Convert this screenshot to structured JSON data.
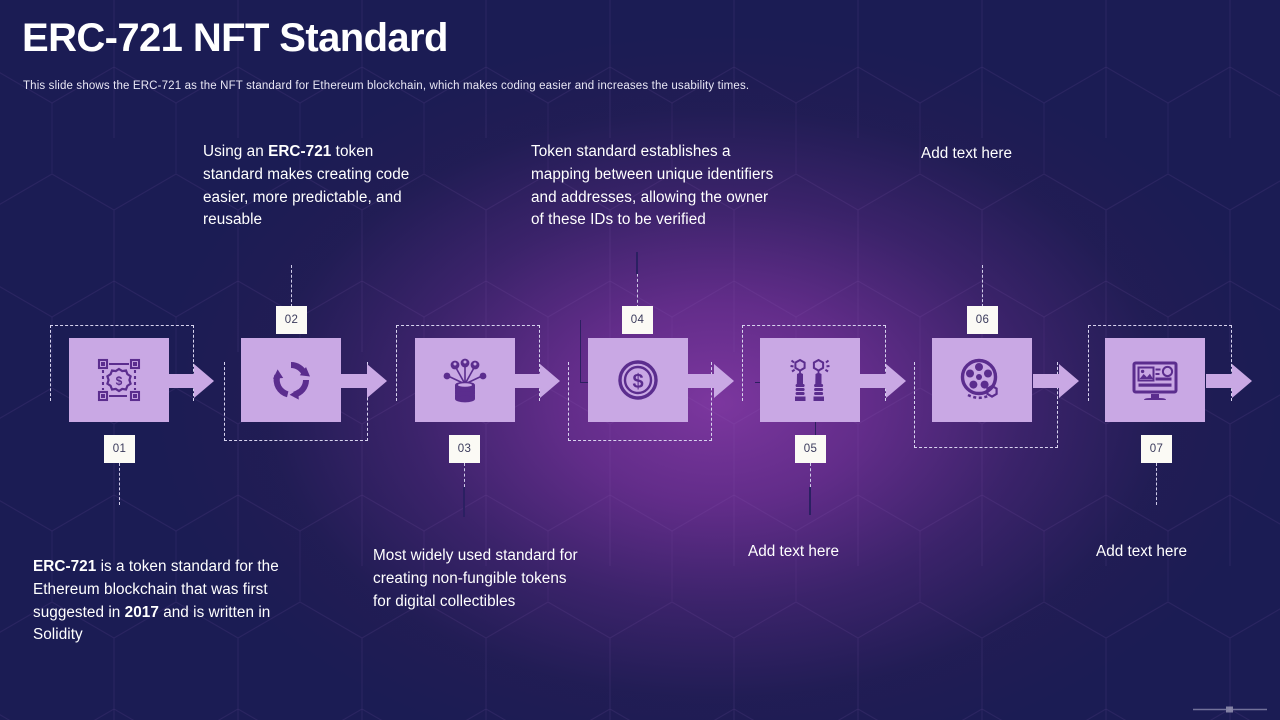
{
  "slide": {
    "title": "ERC-721 NFT Standard",
    "subtitle": "This slide shows the ERC-721 as the NFT standard for Ethereum blockchain, which makes coding easier and increases the usability times.",
    "accent_box": "#c9a8e4",
    "accent_icon": "#5b2d8e",
    "badge_bg": "#fbfaf5",
    "badge_text": "#3b3b5c",
    "bg_dark": "#1b1c54",
    "bg_glow": "#7e37a0",
    "text_color": "#ffffff"
  },
  "steps": [
    {
      "number": "01",
      "icon": "dollar-in-selection-frame-icon",
      "callout_position": "bottom",
      "text_parts": [
        {
          "text": "ERC-721",
          "bold": true
        },
        {
          "text": " is a token standard for the Ethereum blockchain that was first suggested in ",
          "bold": false
        },
        {
          "text": "2017",
          "bold": true
        },
        {
          "text": " and is written in Solidity",
          "bold": false
        }
      ],
      "plain_text": "ERC-721 is a token standard for the Ethereum blockchain that was first suggested in 2017 and is written in Solidity"
    },
    {
      "number": "02",
      "icon": "circular-recycle-arrows-icon",
      "callout_position": "top",
      "text_parts": [
        {
          "text": "Using an ",
          "bold": false
        },
        {
          "text": "ERC-721",
          "bold": true
        },
        {
          "text": " token standard makes creating code easier, more predictable, and reusable",
          "bold": false
        }
      ],
      "plain_text": "Using an ERC-721 token standard makes creating code easier, more predictable, and reusable"
    },
    {
      "number": "03",
      "icon": "database-user-network-icon",
      "callout_position": "bottom",
      "text_parts": [
        {
          "text": "Most widely used standard for creating non-fungible tokens for digital collectibles",
          "bold": false
        }
      ],
      "plain_text": "Most widely used standard for creating non-fungible tokens for digital collectibles"
    },
    {
      "number": "04",
      "icon": "dollar-coin-icon",
      "callout_position": "top",
      "text_parts": [
        {
          "text": "Token standard establishes a mapping between unique identifiers and addresses, allowing the owner of these IDs to be verified",
          "bold": false
        }
      ],
      "plain_text": "Token standard establishes a mapping between unique identifiers and addresses, allowing the owner of these IDs to be verified"
    },
    {
      "number": "05",
      "icon": "hands-holding-tokens-icon",
      "callout_position": "bottom",
      "text_parts": [
        {
          "text": "Add text here",
          "bold": false
        }
      ],
      "plain_text": "Add text here"
    },
    {
      "number": "06",
      "icon": "film-reel-icon",
      "callout_position": "top",
      "text_parts": [
        {
          "text": "Add text here",
          "bold": false
        }
      ],
      "plain_text": "Add text here"
    },
    {
      "number": "07",
      "icon": "monitor-image-icon",
      "callout_position": "bottom",
      "text_parts": [
        {
          "text": "Add text here",
          "bold": false
        }
      ],
      "plain_text": "Add text here"
    }
  ]
}
